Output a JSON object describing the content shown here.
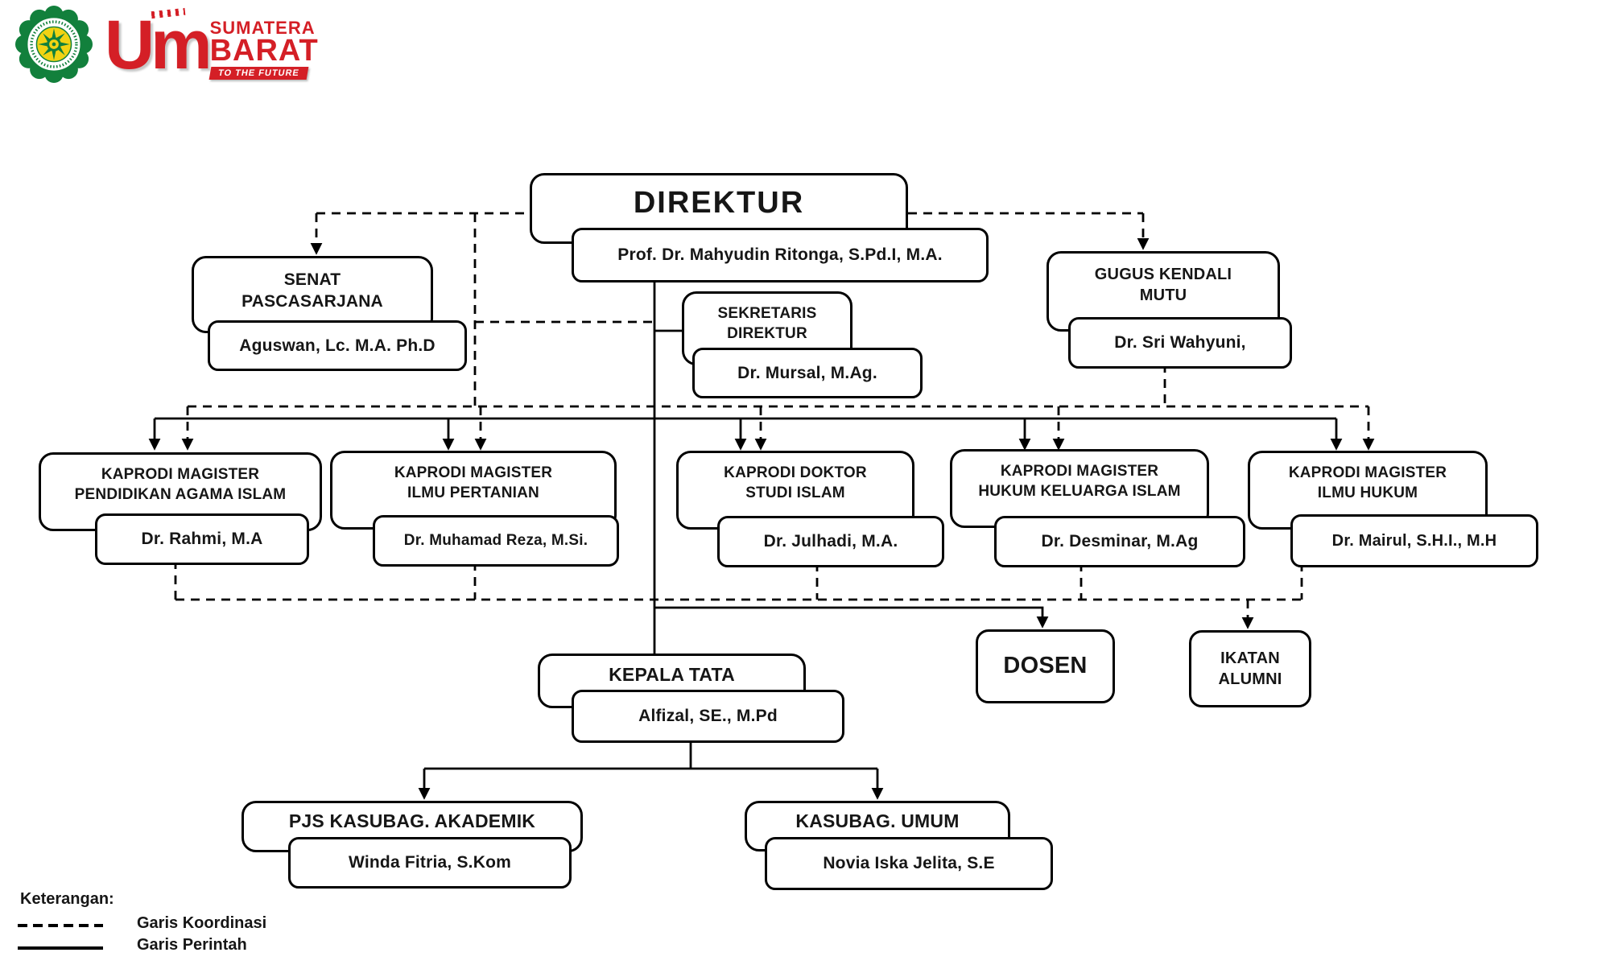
{
  "logo": {
    "um": "Um",
    "region_top": "SUMATERA",
    "region_bottom": "BARAT",
    "tagline": "TO THE FUTURE"
  },
  "org": {
    "direktur": {
      "title": "DIREKTUR",
      "name": "Prof. Dr. Mahyudin Ritonga, S.Pd.I, M.A."
    },
    "senat": {
      "title": "SENAT\nPASCASARJANA",
      "name": "Aguswan, Lc. M.A. Ph.D"
    },
    "sekretaris": {
      "title": "SEKRETARIS\nDIREKTUR",
      "name": "Dr. Mursal, M.Ag."
    },
    "gugus_kendali_mutu": {
      "title": "GUGUS KENDALI\nMUTU",
      "name": "Dr. Sri Wahyuni,"
    },
    "kaprodi": [
      {
        "title": "KAPRODI MAGISTER\nPENDIDIKAN AGAMA ISLAM",
        "name": "Dr. Rahmi, M.A"
      },
      {
        "title": "KAPRODI MAGISTER\nILMU PERTANIAN",
        "name": "Dr. Muhamad Reza, M.Si."
      },
      {
        "title": "KAPRODI DOKTOR\nSTUDI ISLAM",
        "name": "Dr. Julhadi, M.A."
      },
      {
        "title": "KAPRODI MAGISTER\nHUKUM KELUARGA ISLAM",
        "name": "Dr. Desminar, M.Ag"
      },
      {
        "title": "KAPRODI MAGISTER\nILMU HUKUM",
        "name": "Dr. Mairul, S.H.I., M.H"
      }
    ],
    "dosen": {
      "title": "DOSEN"
    },
    "ikatan_alumni": {
      "title": "IKATAN\nALUMNI"
    },
    "kepala_tata": {
      "title": "KEPALA TATA",
      "name": "Alfizal, SE., M.Pd"
    },
    "kasubag": [
      {
        "title": "PJS KASUBAG. AKADEMIK",
        "name": "Winda Fitria, S.Kom"
      },
      {
        "title": "KASUBAG. UMUM",
        "name": "Novia Iska Jelita, S.E"
      }
    ]
  },
  "legend": {
    "heading": "Keterangan:",
    "items": [
      {
        "label": "Garis Koordinasi",
        "line_style": "dashed"
      },
      {
        "label": "Garis Perintah",
        "line_style": "solid"
      }
    ]
  },
  "colors": {
    "line": "#000000",
    "box_border": "#000000",
    "text": "#161616",
    "logo_red": "#d41f26",
    "emblem_green": "#12803c",
    "emblem_yellow": "#f2d313"
  }
}
